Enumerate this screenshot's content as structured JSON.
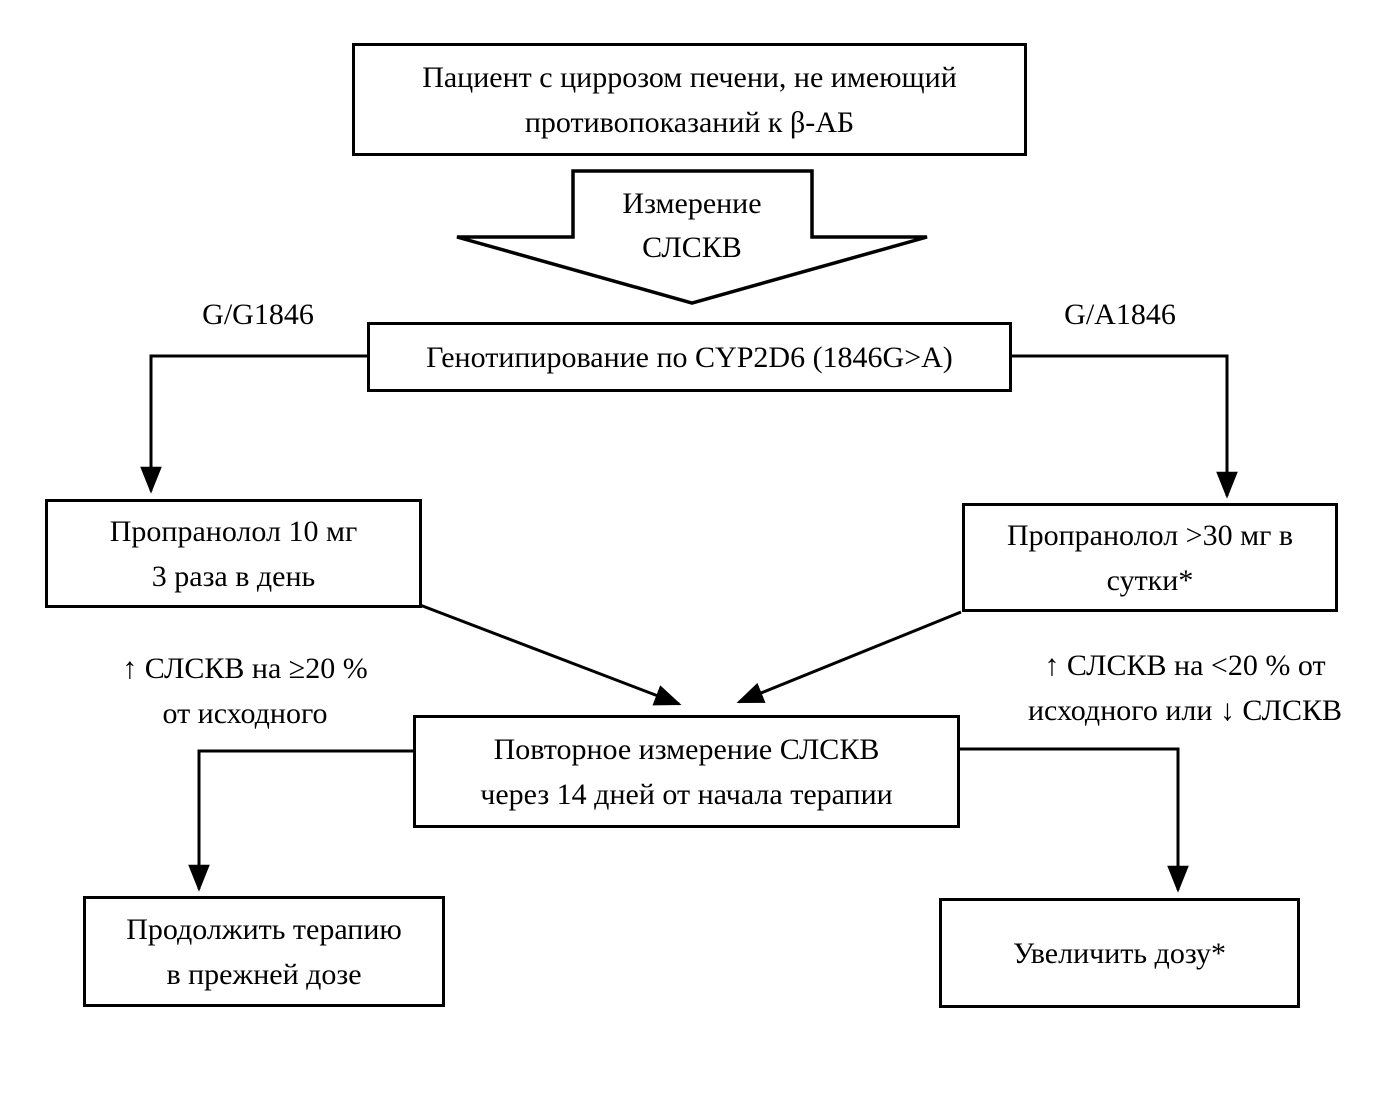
{
  "colors": {
    "background": "#ffffff",
    "line": "#000000",
    "text": "#000000",
    "node_fill": "#ffffff"
  },
  "nodes": {
    "patient": "Пациент с циррозом печени, не имеющий\nпротивопоказаний к β-АБ",
    "measure": "Измерение\nСЛСКВ",
    "genotyping": "Генотипирование по CYP2D6 (1846G>A)",
    "propranolol_low": "Пропранолол 10 мг\n3 раза в день",
    "propranolol_high": "Пропранолол >30 мг в\nсутки*",
    "repeat_measure": "Повторное измерение СЛСКВ\nчерез 14 дней от начала терапии",
    "continue_therapy": "Продолжить терапию\nв прежней дозе",
    "increase_dose": "Увеличить дозу*"
  },
  "edge_labels": {
    "genotype_wild": "G/G1846",
    "genotype_variant": "G/A1846",
    "response_adequate": "↑ СЛСКВ на ≥20 %\nот исходного",
    "response_inadequate": "↑ СЛСКВ на <20 % от\nисходного или ↓ СЛСКВ"
  }
}
